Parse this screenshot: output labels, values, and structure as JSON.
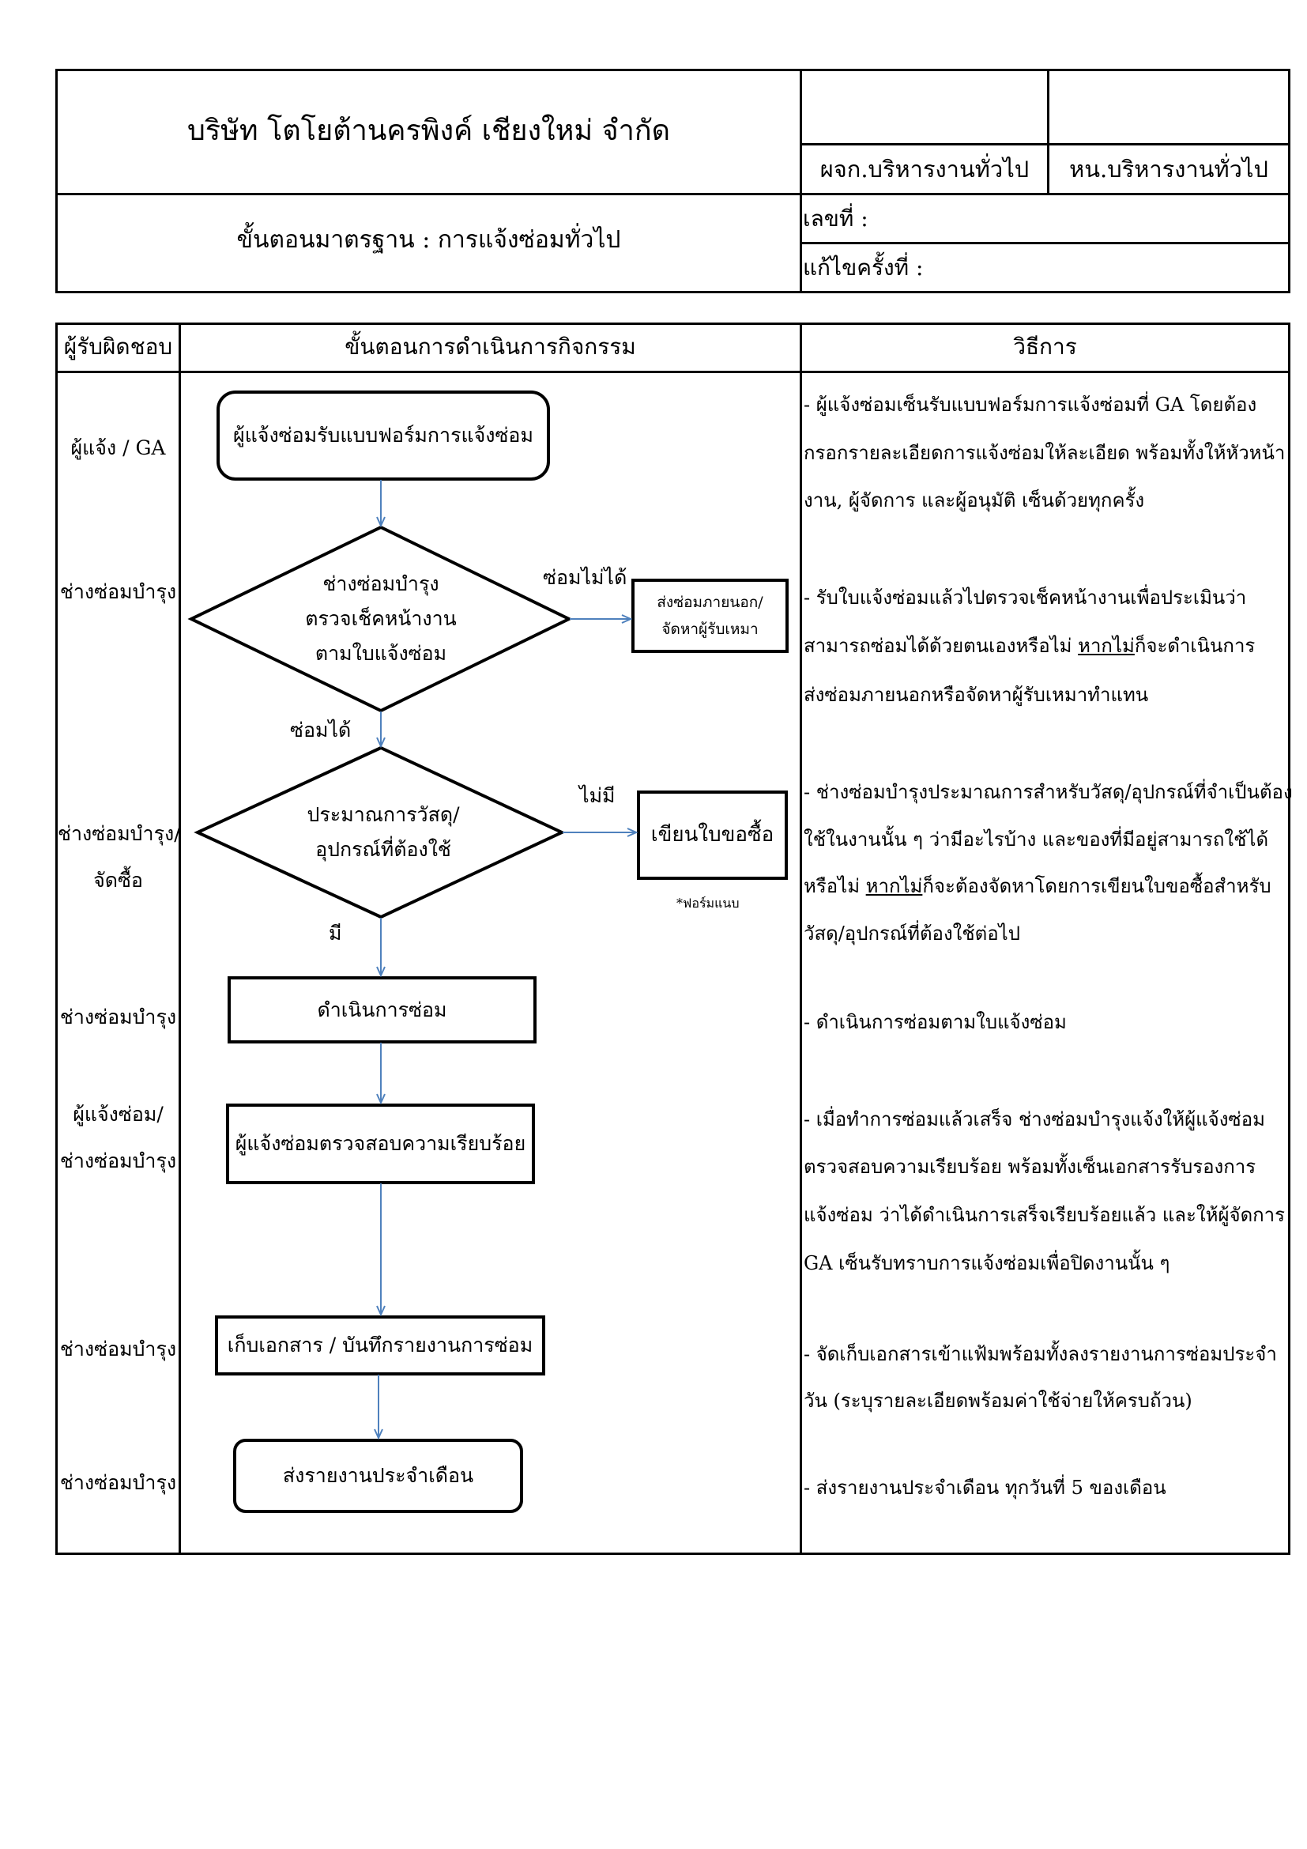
{
  "header": {
    "company": "บริษัท โตโยต้านครพิงค์ เชียงใหม่ จำกัด",
    "sign_1": "ผจก.บริหารงานทั่วไป",
    "sign_2": "หน.บริหารงานทั่วไป",
    "procedure_title": "ขั้นตอนมาตรฐาน : การแจ้งซ่อมทั่วไป",
    "doc_no_label": "เลขที่ :",
    "revision_label": "แก้ไขครั้งที่ :"
  },
  "table": {
    "col_responsible": "ผู้รับผิดชอบ",
    "col_steps": "ขั้นตอนการดำเนินการกิจกรรม",
    "col_method": "วิธีการ"
  },
  "responsible": [
    {
      "line1": "ผู้แจ้ง / GA",
      "line2": ""
    },
    {
      "line1": "ช่างซ่อมบำรุง",
      "line2": ""
    },
    {
      "line1": "ช่างซ่อมบำรุง/",
      "line2": "จัดซื้อ"
    },
    {
      "line1": "ช่างซ่อมบำรุง",
      "line2": ""
    },
    {
      "line1": "ผู้แจ้งซ่อม/",
      "line2": "ช่างซ่อมบำรุง"
    },
    {
      "line1": "ช่างซ่อมบำรุง",
      "line2": ""
    },
    {
      "line1": "ช่างซ่อมบำรุง",
      "line2": ""
    }
  ],
  "flow": {
    "start": "ผู้แจ้งซ่อมรับแบบฟอร์มการแจ้งซ่อม",
    "decision1": [
      "ช่างซ่อมบำรุง",
      "ตรวจเช็คหน้างาน",
      "ตามใบแจ้งซ่อม"
    ],
    "d1_no_label": "ซ่อมไม่ได้",
    "d1_yes_label": "ซ่อมได้",
    "outsource": [
      "ส่งซ่อมภายนอก/",
      "จัดหาผู้รับเหมา"
    ],
    "decision2": [
      "ประมาณการวัสดุ/",
      "อุปกรณ์ที่ต้องใช้"
    ],
    "d2_no_label": "ไม่มี",
    "d2_yes_label": "มี",
    "purchase": "เขียนใบขอซื้อ",
    "purchase_note": "*ฟอร์มแนบ",
    "repair": "ดำเนินการซ่อม",
    "verify": "ผู้แจ้งซ่อมตรวจสอบความเรียบร้อย",
    "record": "เก็บเอกสาร / บันทึกรายงานการซ่อม",
    "end": "ส่งรายงานประจำเดือน"
  },
  "methods": {
    "m1": [
      "- ผู้แจ้งซ่อมเซ็นรับแบบฟอร์มการแจ้งซ่อมที่ GA โดยต้อง",
      "กรอกรายละเอียดการแจ้งซ่อมให้ละเอียด พร้อมทั้งให้หัวหน้า",
      "งาน, ผู้จัดการ และผู้อนุมัติ เซ็นด้วยทุกครั้ง"
    ],
    "m2_l1": "- รับใบแจ้งซ่อมแล้วไปตรวจเช็คหน้างานเพื่อประเมินว่า",
    "m2_l2a": "สามารถซ่อมได้ด้วยตนเองหรือไม่ ",
    "m2_l2u": "หากไม่",
    "m2_l2b": "ก็จะดำเนินการ",
    "m2_l3": "ส่งซ่อมภายนอกหรือจัดหาผู้รับเหมาทำแทน",
    "m3_l1": "- ช่างซ่อมบำรุงประมาณการสำหรับวัสดุ/อุปกรณ์ที่จำเป็นต้อง",
    "m3_l2": "ใช้ในงานนั้น ๆ ว่ามีอะไรบ้าง และของที่มีอยู่สามารถใช้ได้",
    "m3_l3a": "หรือไม่ ",
    "m3_l3u": "หากไม่",
    "m3_l3b": "ก็จะต้องจัดหาโดยการเขียนใบขอซื้อสำหรับ",
    "m3_l4": "วัสดุ/อุปกรณ์ที่ต้องใช้ต่อไป",
    "m4": "- ดำเนินการซ่อมตามใบแจ้งซ่อม",
    "m5": [
      "- เมื่อทำการซ่อมแล้วเสร็จ ช่างซ่อมบำรุงแจ้งให้ผู้แจ้งซ่อม",
      "ตรวจสอบความเรียบร้อย พร้อมทั้งเซ็นเอกสารรับรองการ",
      "แจ้งซ่อม ว่าได้ดำเนินการเสร็จเรียบร้อยแล้ว และให้ผู้จัดการ",
      "GA เซ็นรับทราบการแจ้งซ่อมเพื่อปิดงานนั้น ๆ"
    ],
    "m6": [
      "- จัดเก็บเอกสารเข้าแฟ้มพร้อมทั้งลงรายงานการซ่อมประจำ",
      "วัน (ระบุรายละเอียดพร้อมค่าใช้จ่ายให้ครบถ้วน)"
    ],
    "m7": "- ส่งรายงานประจำเดือน ทุกวันที่ 5 ของเดือน"
  },
  "colors": {
    "arrow": "#4f81bd",
    "line": "#000000"
  }
}
